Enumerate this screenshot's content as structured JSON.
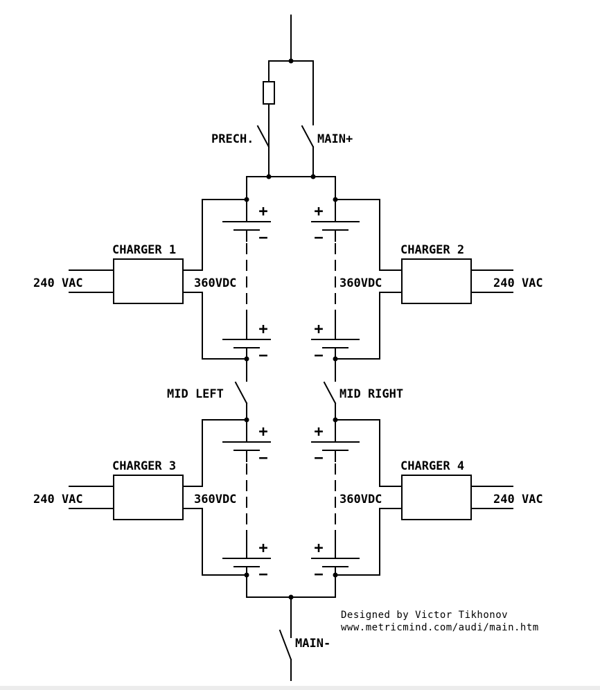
{
  "switches": {
    "precharge": "PRECH.",
    "main_plus": "MAIN+",
    "main_minus": "MAIN-",
    "mid_left": "MID LEFT",
    "mid_right": "MID RIGHT"
  },
  "chargers": [
    {
      "name": "CHARGER 1",
      "input": "240 VAC",
      "output": "360VDC"
    },
    {
      "name": "CHARGER 2",
      "input": "240 VAC",
      "output": "360VDC"
    },
    {
      "name": "CHARGER 3",
      "input": "240 VAC",
      "output": "360VDC"
    },
    {
      "name": "CHARGER 4",
      "input": "240 VAC",
      "output": "360VDC"
    }
  ],
  "battery_polarity": {
    "plus": "+",
    "minus": "−"
  },
  "credit": {
    "line1": "Designed by Victor Tikhonov",
    "line2": "www.metricmind.com/audi/main.htm"
  },
  "colors": {
    "ink": "#000000",
    "background": "#ffffff"
  }
}
